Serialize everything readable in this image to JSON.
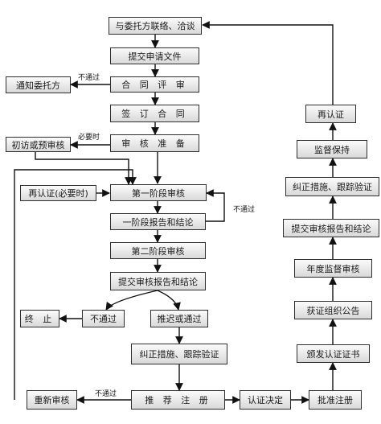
{
  "nodes": {
    "contact": "与委托方联络、洽谈",
    "submit_docs": "提交申请文件",
    "contract_review": "合 同 评 审",
    "sign_contract": "签 订 合 同",
    "audit_prep": "审 核 准 备",
    "notify_client": "通知委托方",
    "initial_visit": "初访或预审核",
    "recert_if_needed": "再认证(必要时)",
    "stage1_audit": "第一阶段审核",
    "stage1_report": "一阶段报告和结论",
    "stage2_audit": "第二阶段审核",
    "submit_report": "提交审核报告和结论",
    "terminate": "终 止",
    "not_passed_box": "不通过",
    "postpone_or_pass": "推迟或通过",
    "corrective_left": "纠正措施、跟踪验证",
    "re_audit": "重新审核",
    "recommend_register": "推 荐 注 册",
    "cert_decision": "认证决定",
    "approve_register": "批准注册",
    "issue_cert": "颁发认证证书",
    "publish": "获证组织公告",
    "annual_audit": "年度监督审核",
    "submit_report_right": "提交审核报告和结论",
    "corrective_right": "纠正措施、跟踪验证",
    "maintain": "监督保持",
    "recert": "再认证"
  },
  "edge_labels": {
    "fail_contract": "不通过",
    "if_needed": "必要时",
    "fail_stage1": "不通过",
    "fail_recommend": "不通过"
  }
}
